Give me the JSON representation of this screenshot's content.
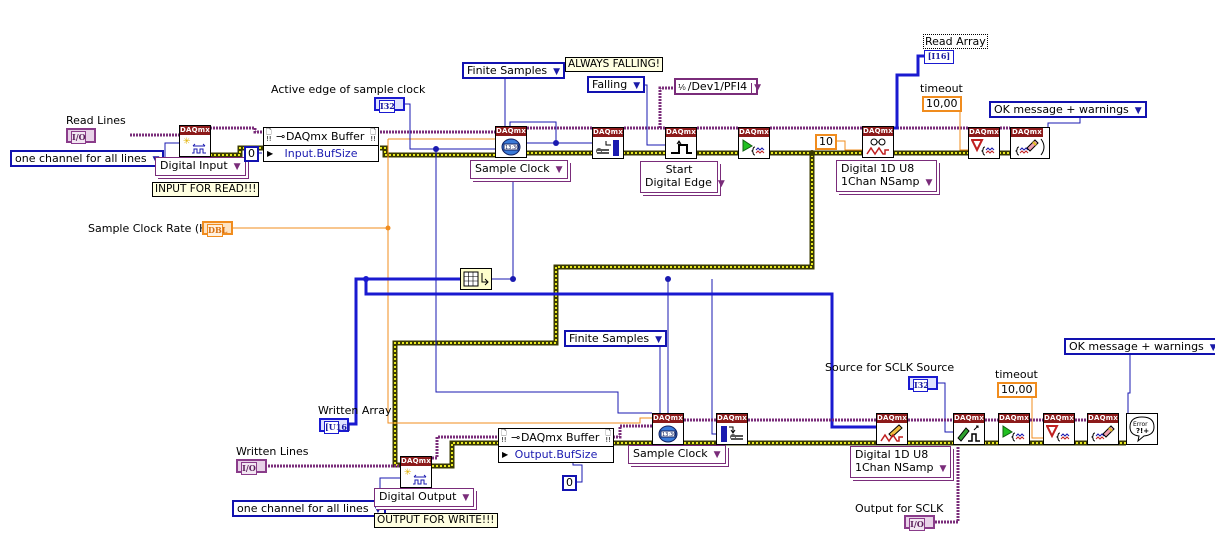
{
  "diagram": {
    "type": "LabVIEW block diagram",
    "subject": "DAQmx digital input read / digital output write with shared sample clock"
  },
  "labels": {
    "read_lines": "Read Lines",
    "active_edge": "Active edge of sample clock",
    "sample_clock_rate": "Sample Clock Rate (Hz)",
    "read_array": "Read Array",
    "timeout_top": "timeout",
    "written_array": "Written Array",
    "written_lines": "Written Lines",
    "source_for_sclk": "Source for SCLK Source",
    "timeout_bottom": "timeout",
    "output_for_sclk": "Output for SCLK"
  },
  "comments": {
    "input_for_read": "INPUT FOR READ!!!",
    "always_falling": "ALWAYS FALLING!",
    "output_for_write": "OUTPUT FOR WRITE!!!"
  },
  "rings": {
    "line_grouping_top": "one channel for all lines",
    "finite_samples_top": "Finite Samples",
    "falling": "Falling",
    "ok_message_top": "OK message + warnings",
    "finite_samples_bottom": "Finite Samples",
    "ok_message_bottom": "OK message + warnings",
    "line_grouping_bottom": "one channel for all lines"
  },
  "polymorphic_selectors": {
    "digital_input": "Digital Input",
    "sample_clock_top": "Sample Clock",
    "start_digital_edge_1": "Start",
    "start_digital_edge_2": "Digital Edge",
    "read_format_1": "Digital 1D U8",
    "read_format_2": "1Chan NSamp",
    "digital_output": "Digital Output",
    "sample_clock_bottom": "Sample Clock",
    "write_format_1": "Digital 1D U8",
    "write_format_2": "1Chan NSamp"
  },
  "constants": {
    "input_bufsize": "0",
    "samples_per_channel": "10",
    "timeout_top": "10,00",
    "output_bufsize": "0",
    "timeout_bottom": "10,00",
    "trigger_source": "/Dev1/PFI4"
  },
  "terminals": {
    "read_lines": "I/O",
    "active_edge": "I32",
    "sample_clock_rate": "DBL",
    "read_array": "[I16]",
    "written_array": "[U16]",
    "written_lines": "I/O",
    "source_for_sclk": "I32",
    "output_for_sclk": "I/O"
  },
  "property_nodes": {
    "input_buffer_title": "DAQmx Buffer",
    "input_buffer_prop": "Input.BufSize",
    "output_buffer_title": "DAQmx Buffer",
    "output_buffer_prop": "Output.BufSize"
  },
  "daqmx_nodes": {
    "header": "DAQmx",
    "create_channel": "Create Virtual Channel",
    "timing": "Timing",
    "export_signal": "Export Signal",
    "trigger": "Trigger",
    "start": "Start Task",
    "read": "Read",
    "wait_until_done": "Wait Until Done",
    "clear": "Clear Task",
    "write": "Write",
    "connect_terminals": "Connect Terminals",
    "error_handler": "Error"
  },
  "colors": {
    "task_wire": "#7a2c7a",
    "error_wire_outer": "#3a3a00",
    "error_wire_inner": "#e8e820",
    "numeric_i32": "#1212b0",
    "numeric_dbl": "#f08c1e",
    "daqmx_header": "#8c1a1a",
    "comment_bg": "#ffffe1"
  }
}
